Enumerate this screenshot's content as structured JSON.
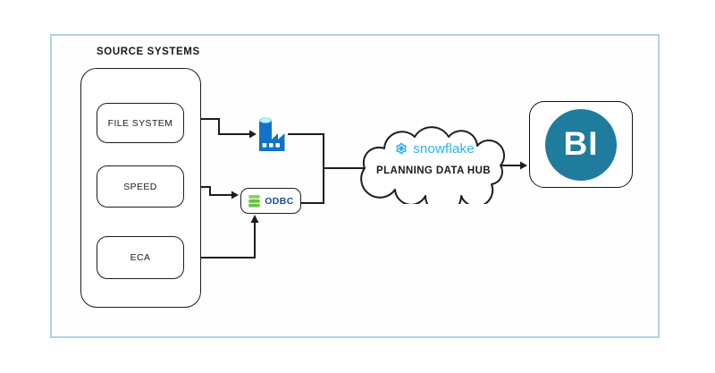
{
  "diagram": {
    "source_systems": {
      "label": "SOURCE SYSTEMS",
      "items": [
        {
          "label": "FILE SYSTEM"
        },
        {
          "label": "SPEED"
        },
        {
          "label": "ECA"
        }
      ]
    },
    "etl": {
      "icon": "factory-icon"
    },
    "odbc": {
      "label": "ODBC",
      "icon": "database-icon"
    },
    "cloud": {
      "icon": "snowflake-icon",
      "brand": "snowflake",
      "label": "PLANNING DATA HUB"
    },
    "bi": {
      "label": "BI",
      "icon": "bi-circle"
    }
  },
  "colors": {
    "frame-border": "#afd3e2",
    "line": "#1d1d1d",
    "factory-blue": "#1273c8",
    "factory-cyan": "#96e4f7",
    "odbc-green": "#6fbe44",
    "odbc-text": "#1b4e8f",
    "snowflake-teal": "#29b5e8",
    "bi-teal": "#1f7c9c"
  }
}
